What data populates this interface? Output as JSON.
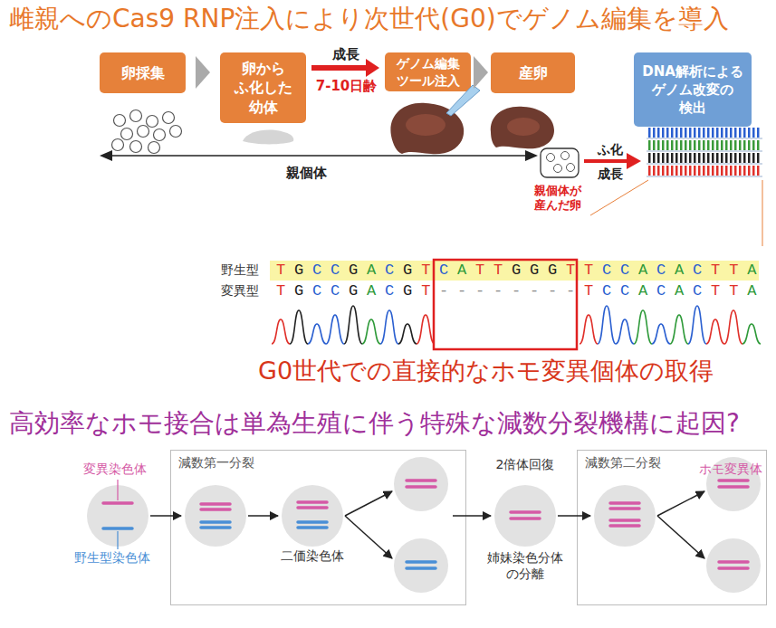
{
  "diagram": {
    "title": "雌親へのCas9 RNP注入により次世代(G0)でゲノム編集を導入",
    "nodes": [
      {
        "text": [
          "卵採集"
        ]
      },
      {
        "text": [
          "卵から ふ化した 幼体"
        ]
      },
      {
        "text": [
          "ゲノム編集 ツール注入"
        ]
      },
      {
        "text": [
          "産卵"
        ]
      },
      {
        "text": [
          "DNA解析による ゲノム改変の 検出"
        ]
      },
      {
        "text": [
          "減数第一分裂"
        ]
      },
      {
        "text": [
          "減数第二分裂"
        ]
      }
    ],
    "edges": [
      {
        "from": 0,
        "to": 1,
        "arrow": "to"
      },
      {
        "from": 1,
        "to": 2,
        "label": "成長",
        "arrow": "to"
      },
      {
        "from": 2,
        "to": 3,
        "arrow": "to"
      }
    ],
    "labels": [
      "7-10日齢",
      "親個体",
      "ふ化",
      "成長",
      "親個体が 産んだ卵",
      "野生型",
      "変異型",
      "TGCCGACGT",
      "CATTGGGT",
      "TCCACACTTA",
      "TGCCGACGT",
      "--------",
      "TCCACACTTA",
      "G0世代での直接的なホモ変異個体の取得",
      "高効率なホモ接合は単為生殖に伴う特殊な減数分裂機構に起因?",
      "変異染色体",
      "野生型染色体",
      "二価染色体",
      "2倍体回復",
      "姉妹染色分体 の分離",
      "ホモ変異体"
    ]
  }
}
